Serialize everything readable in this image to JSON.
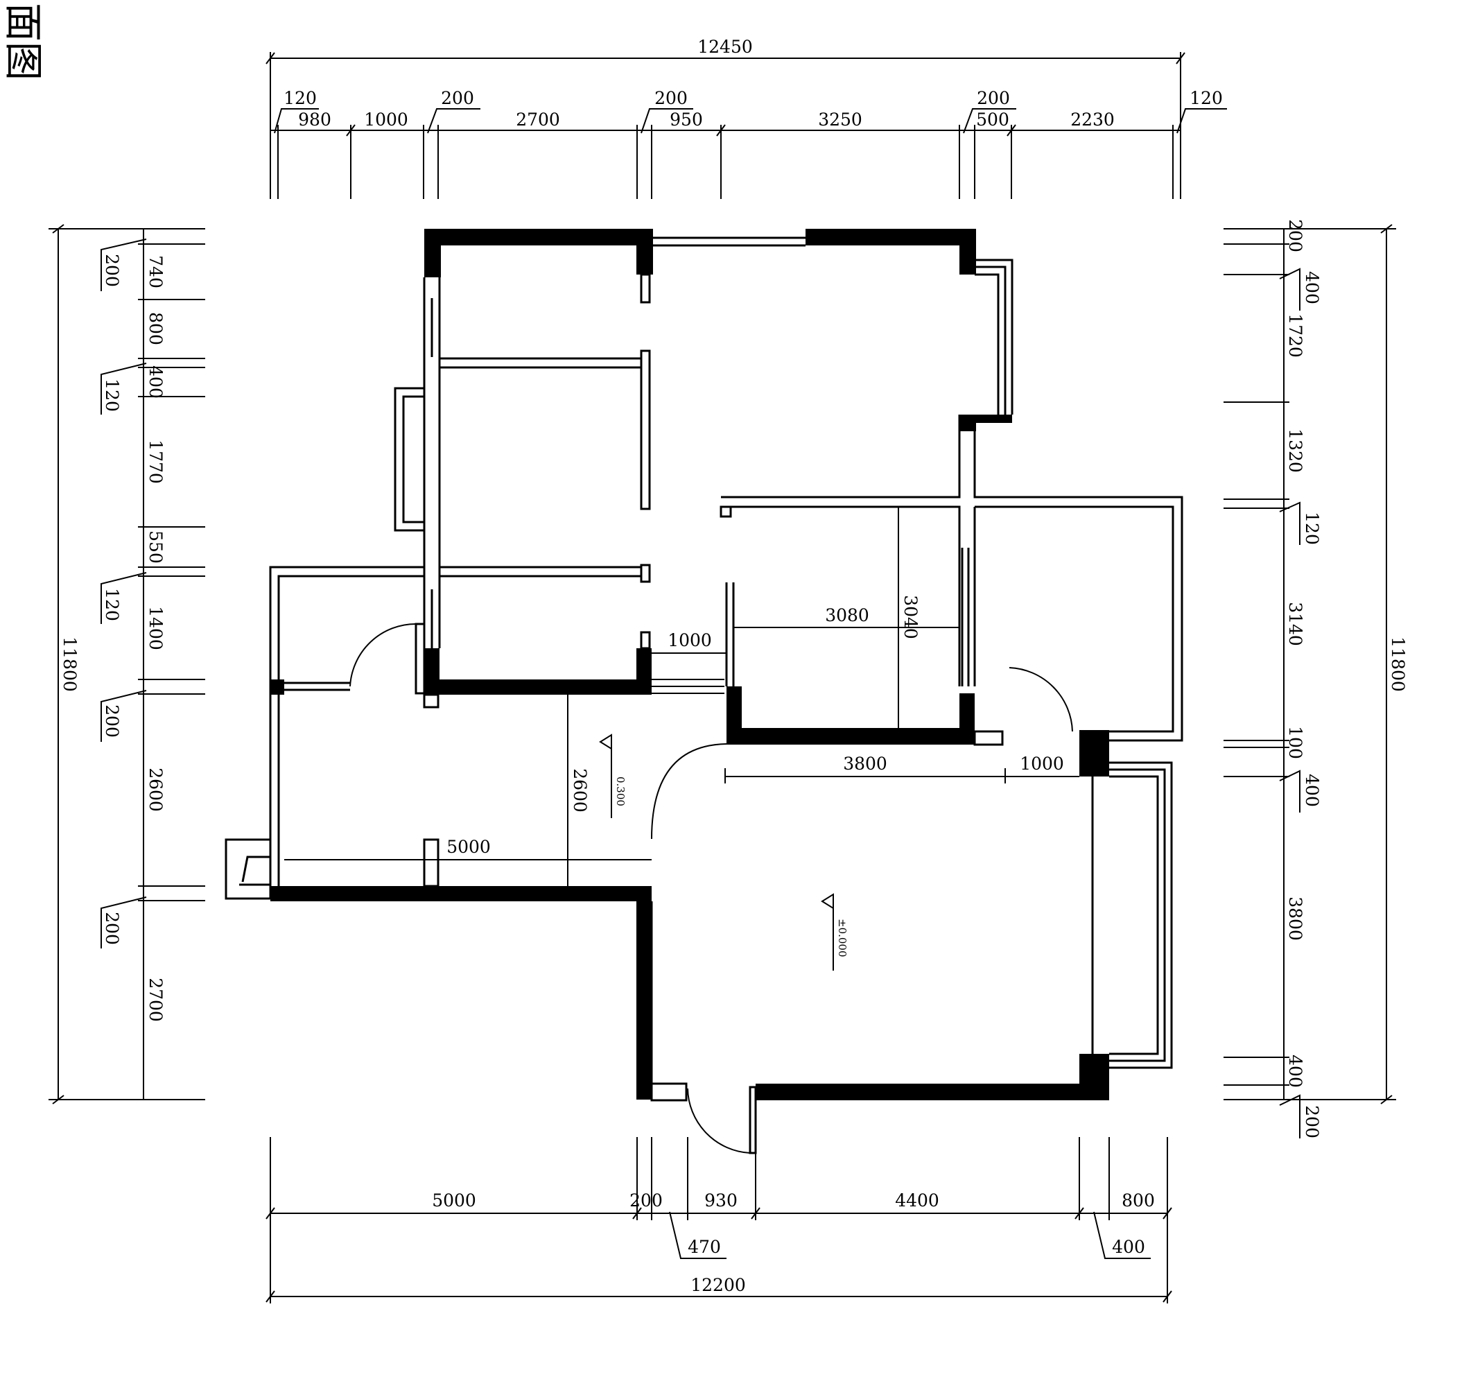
{
  "title_fragment": "面图",
  "dims": {
    "top": {
      "total": "12450",
      "t120a": "120",
      "t980": "980",
      "t1000": "1000",
      "t200a": "200",
      "t2700": "2700",
      "t200b": "200",
      "t950": "950",
      "t3250": "3250",
      "t200c": "200",
      "t500": "500",
      "t2230": "2230",
      "t120b": "120"
    },
    "left": {
      "total": "11800",
      "l200a": "200",
      "l740": "740",
      "l800": "800",
      "l400": "400",
      "l120a": "120",
      "l1770": "1770",
      "l550": "550",
      "l120b": "120",
      "l1400": "1400",
      "l200b": "200",
      "l2600": "2600",
      "l200c": "200",
      "l2700": "2700"
    },
    "right": {
      "total": "11800",
      "r200": "200",
      "r400a": "400",
      "r1720": "1720",
      "r1320": "1320",
      "r120": "120",
      "r3140": "3140",
      "r100": "100",
      "r400b": "400",
      "r3800": "3800",
      "r400c": "400",
      "r200b": "200"
    },
    "bottom": {
      "total": "12200",
      "b5000": "5000",
      "b200": "200",
      "b930": "930",
      "b4400": "4400",
      "b800": "800",
      "b470": "470",
      "b400": "400"
    },
    "inner": {
      "d3080": "3080",
      "d3040": "3040",
      "d1000a": "1000",
      "d3800": "3800",
      "d1000b": "1000",
      "d2600": "2600",
      "d5000": "5000"
    }
  },
  "levels": {
    "upper": "0.300",
    "lower": "±0.000"
  }
}
